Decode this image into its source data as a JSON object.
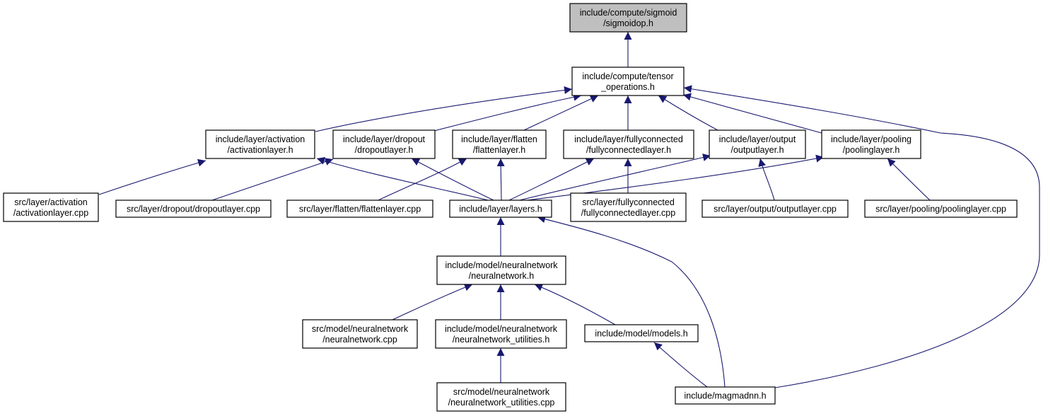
{
  "diagram": {
    "edge_color": "#191970",
    "root_fill": "#bfbfbf",
    "nodes": [
      {
        "id": "sigmoidop",
        "lines": [
          "include/compute/sigmoid",
          "/sigmoidop.h"
        ],
        "root": true
      },
      {
        "id": "tensor_ops",
        "lines": [
          "include/compute/tensor",
          "_operations.h"
        ]
      },
      {
        "id": "activationlayer_h",
        "lines": [
          "include/layer/activation",
          "/activationlayer.h"
        ]
      },
      {
        "id": "dropoutlayer_h",
        "lines": [
          "include/layer/dropout",
          "/dropoutlayer.h"
        ]
      },
      {
        "id": "flattenlayer_h",
        "lines": [
          "include/layer/flatten",
          "/flattenlayer.h"
        ]
      },
      {
        "id": "fullyconnected_h",
        "lines": [
          "include/layer/fullyconnected",
          "/fullyconnectedlayer.h"
        ]
      },
      {
        "id": "outputlayer_h",
        "lines": [
          "include/layer/output",
          "/outputlayer.h"
        ]
      },
      {
        "id": "poolinglayer_h",
        "lines": [
          "include/layer/pooling",
          "/poolinglayer.h"
        ]
      },
      {
        "id": "activationlayer_cpp",
        "lines": [
          "src/layer/activation",
          "/activationlayer.cpp"
        ]
      },
      {
        "id": "dropoutlayer_cpp",
        "lines": [
          "src/layer/dropout/dropoutlayer.cpp"
        ]
      },
      {
        "id": "flattenlayer_cpp",
        "lines": [
          "src/layer/flatten/flattenlayer.cpp"
        ]
      },
      {
        "id": "layers_h",
        "lines": [
          "include/layer/layers.h"
        ]
      },
      {
        "id": "fullyconnected_cpp",
        "lines": [
          "src/layer/fullyconnected",
          "/fullyconnectedlayer.cpp"
        ]
      },
      {
        "id": "outputlayer_cpp",
        "lines": [
          "src/layer/output/outputlayer.cpp"
        ]
      },
      {
        "id": "poolinglayer_cpp",
        "lines": [
          "src/layer/pooling/poolinglayer.cpp"
        ]
      },
      {
        "id": "neuralnetwork_h",
        "lines": [
          "include/model/neuralnetwork",
          "/neuralnetwork.h"
        ]
      },
      {
        "id": "neuralnetwork_cpp",
        "lines": [
          "src/model/neuralnetwork",
          "/neuralnetwork.cpp"
        ]
      },
      {
        "id": "nn_utilities_h",
        "lines": [
          "include/model/neuralnetwork",
          "/neuralnetwork_utilities.h"
        ]
      },
      {
        "id": "models_h",
        "lines": [
          "include/model/models.h"
        ]
      },
      {
        "id": "nn_utilities_cpp",
        "lines": [
          "src/model/neuralnetwork",
          "/neuralnetwork_utilities.cpp"
        ]
      },
      {
        "id": "magmadnn_h",
        "lines": [
          "include/magmadnn.h"
        ]
      }
    ],
    "edges": [
      {
        "from": "tensor_ops",
        "to": "sigmoidop"
      },
      {
        "from": "activationlayer_h",
        "to": "tensor_ops"
      },
      {
        "from": "dropoutlayer_h",
        "to": "tensor_ops"
      },
      {
        "from": "flattenlayer_h",
        "to": "tensor_ops"
      },
      {
        "from": "fullyconnected_h",
        "to": "tensor_ops"
      },
      {
        "from": "outputlayer_h",
        "to": "tensor_ops"
      },
      {
        "from": "poolinglayer_h",
        "to": "tensor_ops"
      },
      {
        "from": "magmadnn_h",
        "to": "tensor_ops"
      },
      {
        "from": "activationlayer_cpp",
        "to": "activationlayer_h"
      },
      {
        "from": "layers_h",
        "to": "activationlayer_h"
      },
      {
        "from": "dropoutlayer_cpp",
        "to": "dropoutlayer_h"
      },
      {
        "from": "layers_h",
        "to": "dropoutlayer_h"
      },
      {
        "from": "flattenlayer_cpp",
        "to": "flattenlayer_h"
      },
      {
        "from": "layers_h",
        "to": "flattenlayer_h"
      },
      {
        "from": "layers_h",
        "to": "fullyconnected_h"
      },
      {
        "from": "fullyconnected_cpp",
        "to": "fullyconnected_h"
      },
      {
        "from": "layers_h",
        "to": "outputlayer_h"
      },
      {
        "from": "outputlayer_cpp",
        "to": "outputlayer_h"
      },
      {
        "from": "layers_h",
        "to": "poolinglayer_h"
      },
      {
        "from": "poolinglayer_cpp",
        "to": "poolinglayer_h"
      },
      {
        "from": "neuralnetwork_h",
        "to": "layers_h"
      },
      {
        "from": "magmadnn_h",
        "to": "layers_h"
      },
      {
        "from": "neuralnetwork_cpp",
        "to": "neuralnetwork_h"
      },
      {
        "from": "nn_utilities_h",
        "to": "neuralnetwork_h"
      },
      {
        "from": "models_h",
        "to": "neuralnetwork_h"
      },
      {
        "from": "nn_utilities_cpp",
        "to": "nn_utilities_h"
      },
      {
        "from": "magmadnn_h",
        "to": "models_h"
      }
    ]
  }
}
